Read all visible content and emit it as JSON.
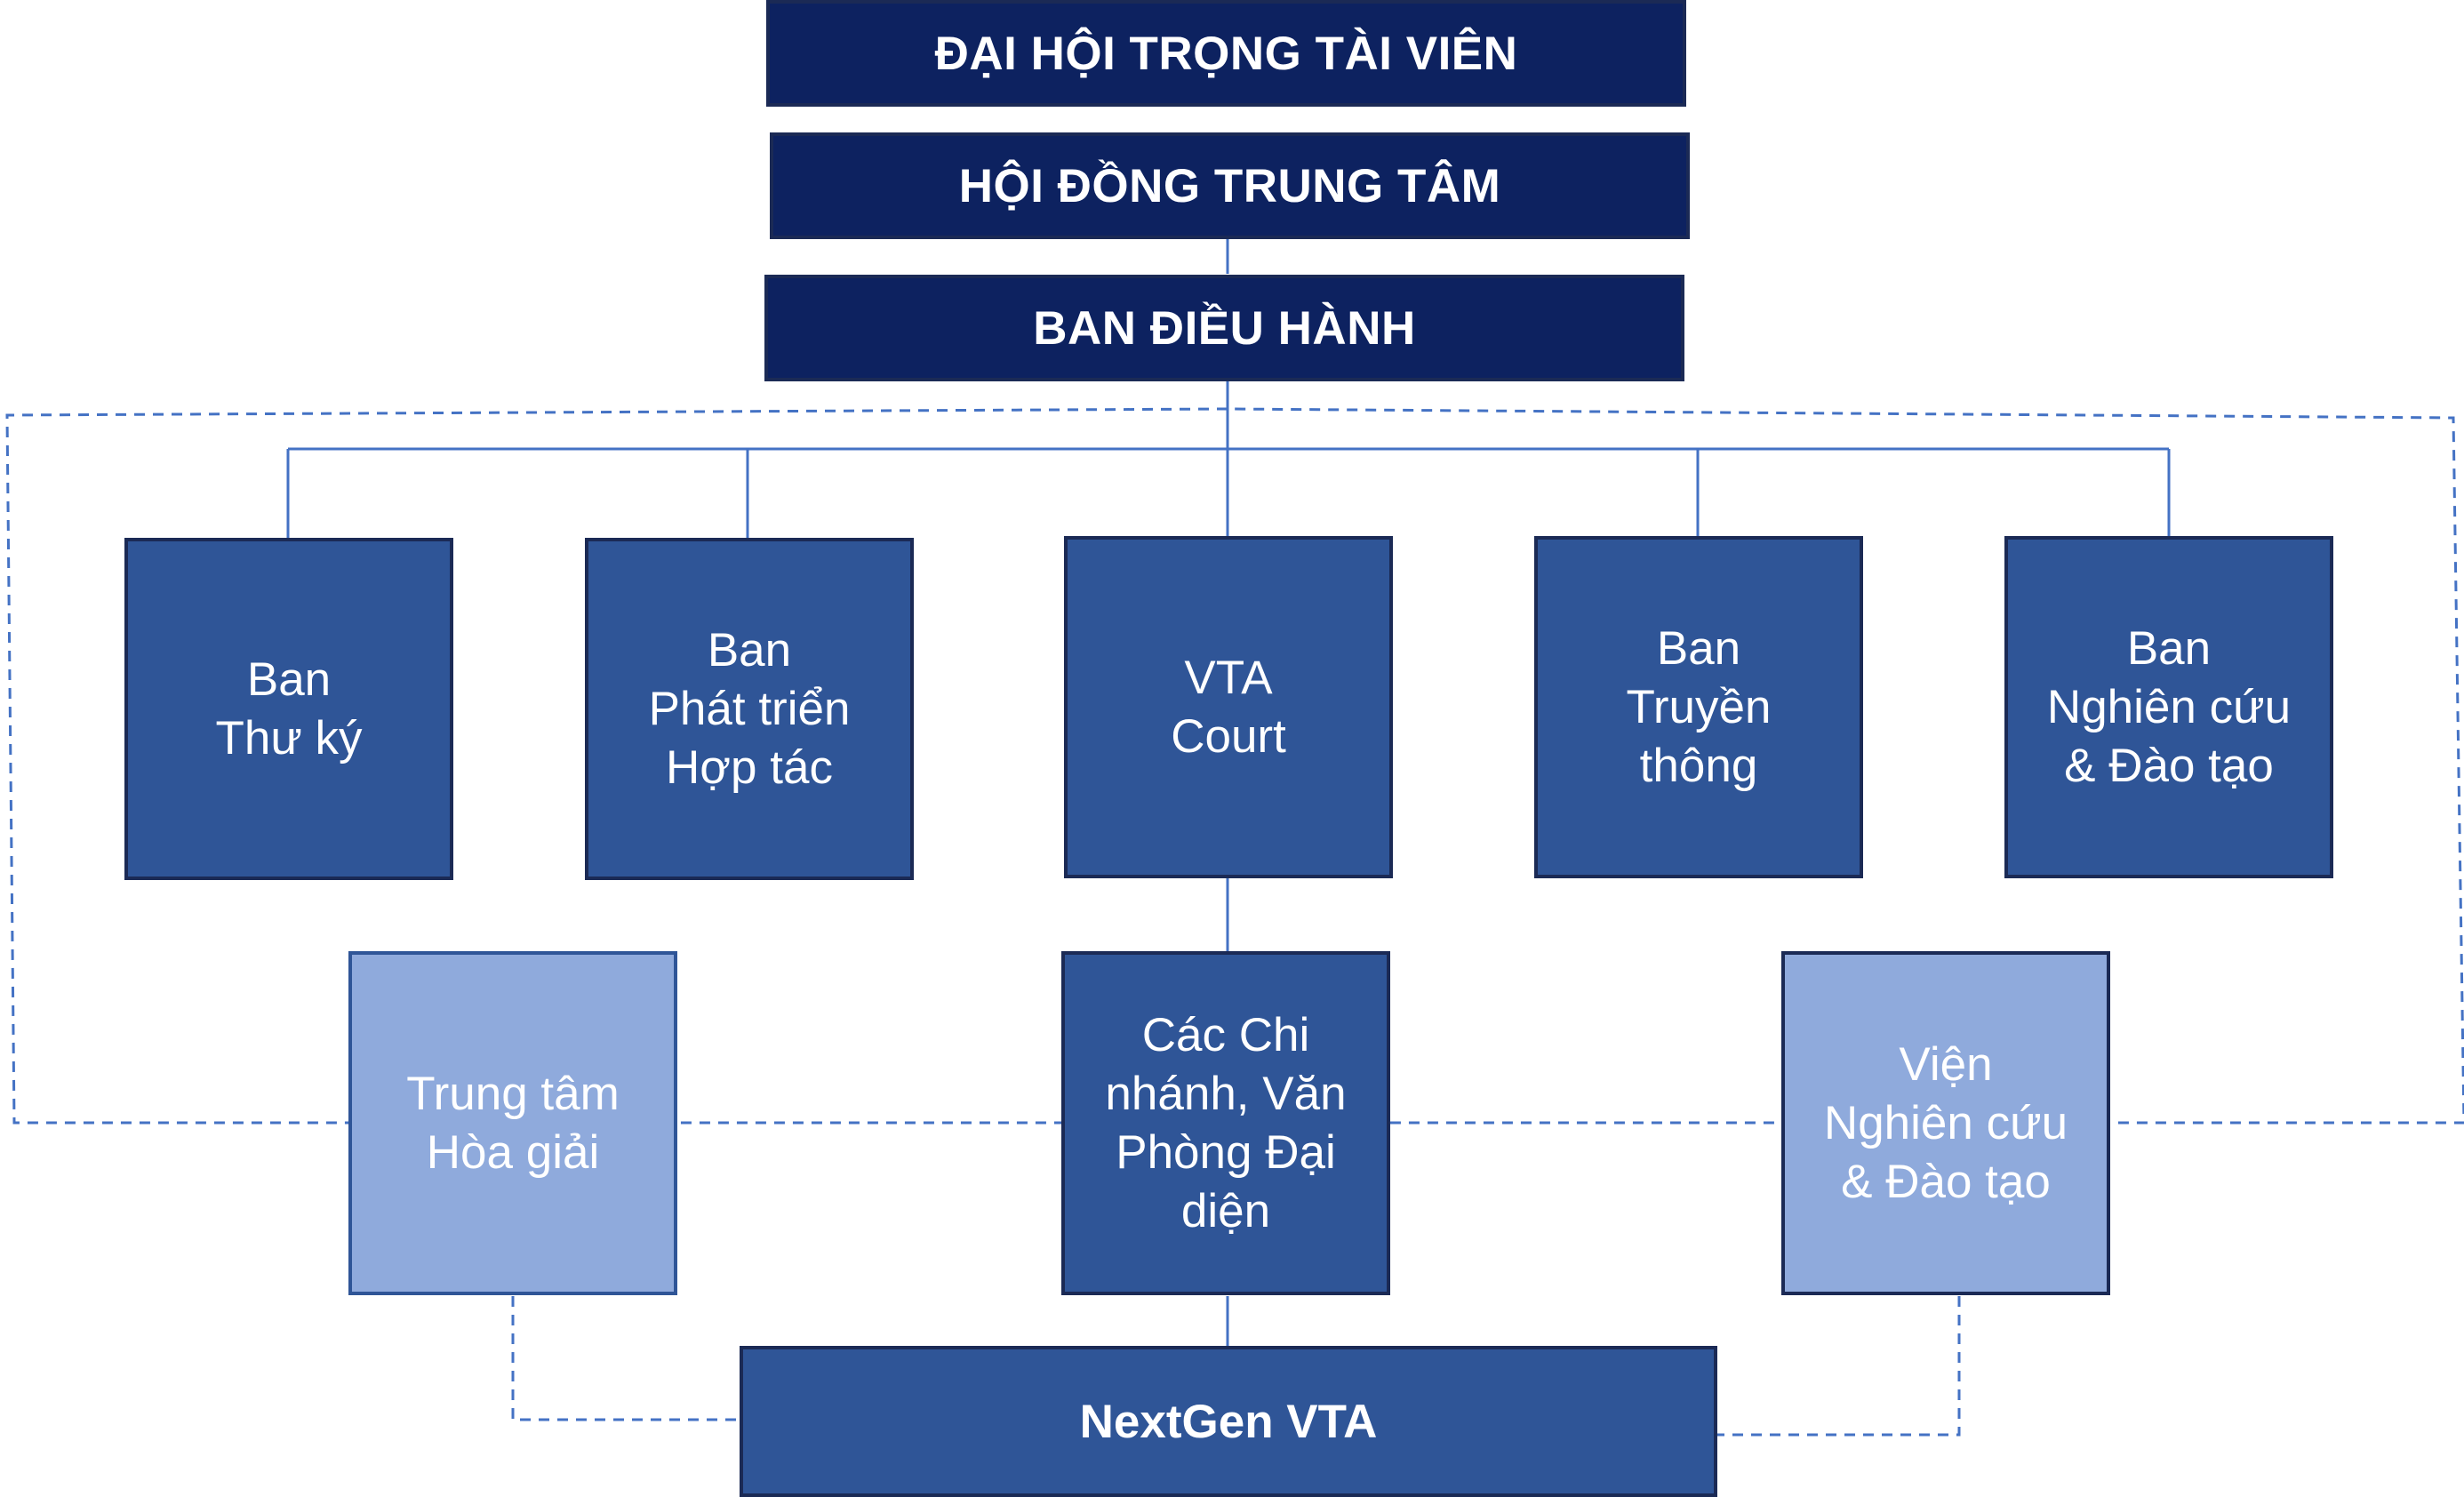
{
  "colors": {
    "banner_fill": "#0d2260",
    "department_fill": "#2f5597",
    "light_fill": "#8faadc",
    "border": "#1b2a55",
    "connector": "#4472c4",
    "text": "#ffffff"
  },
  "header": {
    "general_assembly": "ĐẠI HỘI TRỌNG TÀI VIÊN",
    "central_council": "HỘI ĐỒNG TRUNG TÂM",
    "executive_board": "BAN ĐIỀU HÀNH"
  },
  "departments": [
    "Ban\nThư ký",
    "Ban\nPhát triển\nHợp tác",
    "VTA\nCourt",
    "Ban\nTruyền\nthông",
    "Ban\nNghiên cứu\n& Đào tạo"
  ],
  "affiliates": {
    "mediation_center": "Trung tâm\nHòa giải",
    "branches": "Các Chi\nnhánh, Văn\nPhòng Đại\ndiện",
    "institute": "Viện\nNghiên cứu\n& Đào tạo"
  },
  "nextgen": "NextGen VTA"
}
